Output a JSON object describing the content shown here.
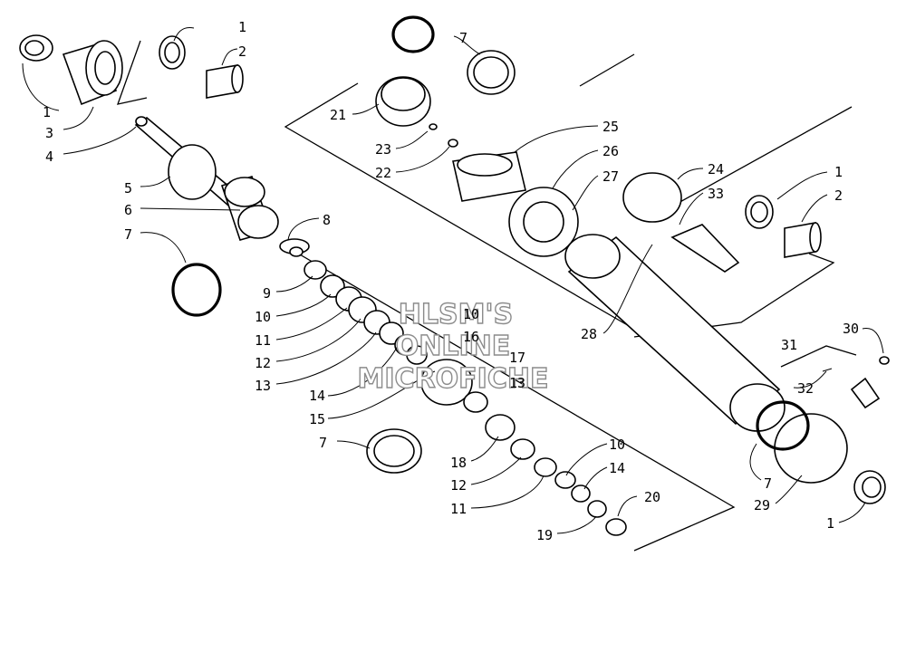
{
  "diagram": {
    "watermark": [
      "HLSM'S",
      "ONLINE",
      "MICROFICHE"
    ],
    "labels": [
      "1",
      "2",
      "1",
      "3",
      "4",
      "5",
      "6",
      "7",
      "8",
      "9",
      "10",
      "11",
      "12",
      "13",
      "14",
      "15",
      "7",
      "10",
      "16",
      "17",
      "13",
      "18",
      "12",
      "11",
      "10",
      "14",
      "20",
      "19",
      "7",
      "21",
      "23",
      "22",
      "25",
      "26",
      "27",
      "24",
      "33",
      "1",
      "2",
      "28",
      "30",
      "31",
      "32",
      "7",
      "29",
      "1"
    ]
  }
}
